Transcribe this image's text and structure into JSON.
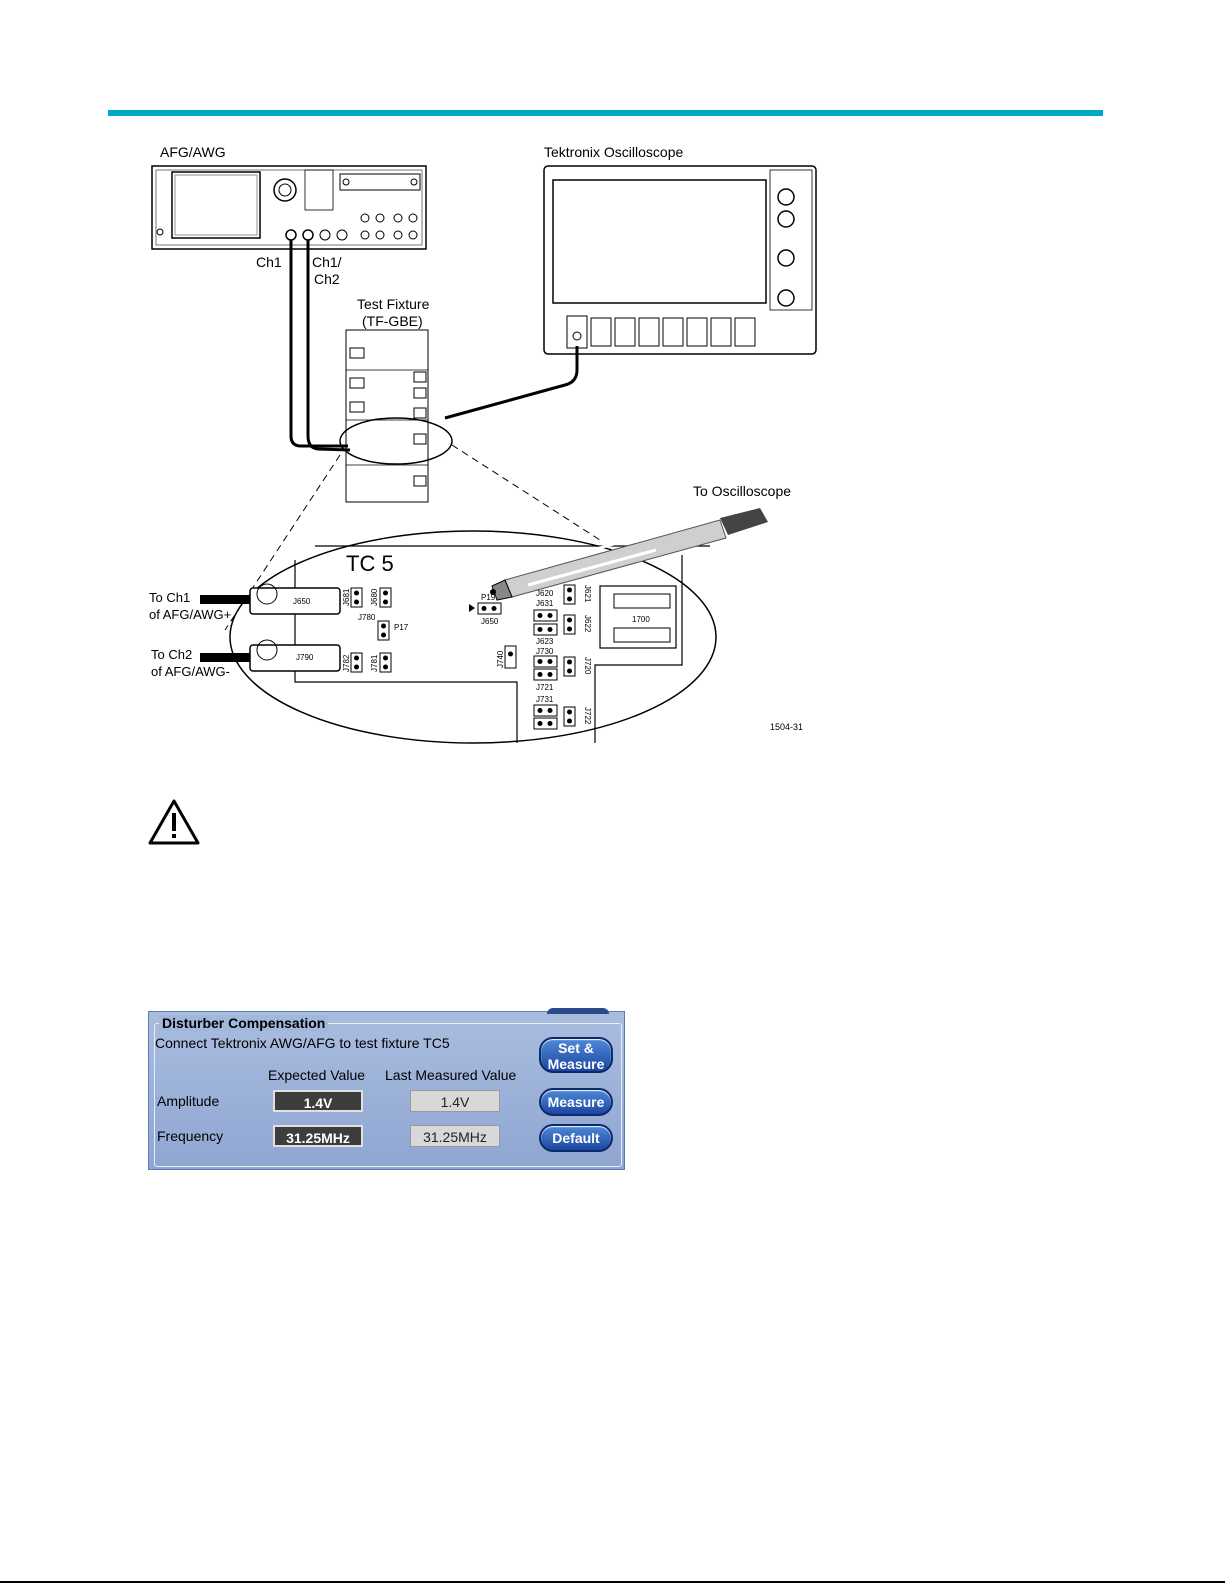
{
  "diagram": {
    "afg_label": "AFG/AWG",
    "scope_label": "Tektronix Oscilloscope",
    "ch1_label": "Ch1",
    "ch1ch2_label_line1": "Ch1/",
    "ch1ch2_label_line2": "Ch2",
    "fixture_label_line1": "Test Fixture",
    "fixture_label_line2": "(TF-GBE)",
    "to_scope_label": "To Oscilloscope",
    "tc5_label": "TC 5",
    "to_ch1_line1": "To Ch1",
    "to_ch1_line2": "of AFG/AWG+",
    "to_ch2_line1": "To Ch2",
    "to_ch2_line2": "of AFG/AWG-",
    "figure_id": "1504-31",
    "labels": {
      "j650_conn": "J650",
      "j790_conn": "J790",
      "j681": "J681",
      "j680": "J680",
      "j780": "J780",
      "p17": "P17",
      "j782": "J782",
      "j781": "J781",
      "p19": "P19",
      "j650_jumper": "J650",
      "j740": "J740",
      "j620": "J620",
      "j621": "J621",
      "j631": "J631",
      "j622": "J622",
      "j623": "J623",
      "j730": "J730",
      "j720": "J720",
      "j721": "J721",
      "j731": "J731",
      "j722": "J722",
      "j700": "1700"
    }
  },
  "panel": {
    "title": "Disturber Compensation",
    "instruction": "Connect Tektronix AWG/AFG to test fixture TC5",
    "col_expected": "Expected Value",
    "col_measured": "Last Measured Value",
    "rows": [
      {
        "label": "Amplitude",
        "expected": "1.4V",
        "measured": "1.4V"
      },
      {
        "label": "Frequency",
        "expected": "31.25MHz",
        "measured": "31.25MHz"
      }
    ],
    "buttons": {
      "set_measure_line1": "Set &",
      "set_measure_line2": "Measure",
      "measure": "Measure",
      "default": "Default"
    }
  }
}
